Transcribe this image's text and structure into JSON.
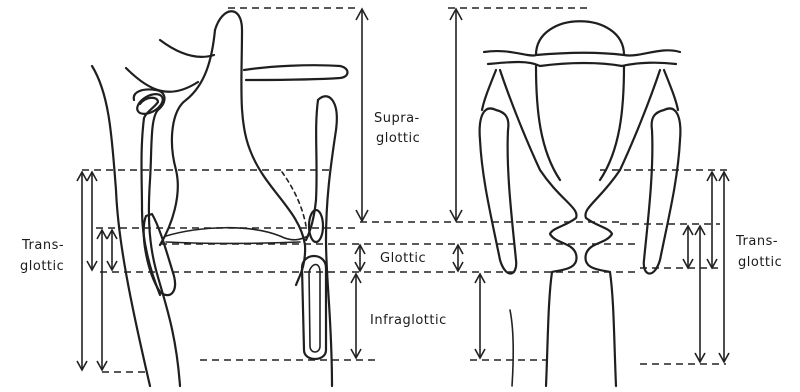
{
  "labels": {
    "supraglottic_line1": "Supra-",
    "supraglottic_line2": "glottic",
    "glottic": "Glottic",
    "infraglottic": "Infraglottic",
    "transglottic_left_line1": "Trans-",
    "transglottic_left_line2": "glottic",
    "transglottic_right_line1": "Trans-",
    "transglottic_right_line2": "glottic"
  }
}
